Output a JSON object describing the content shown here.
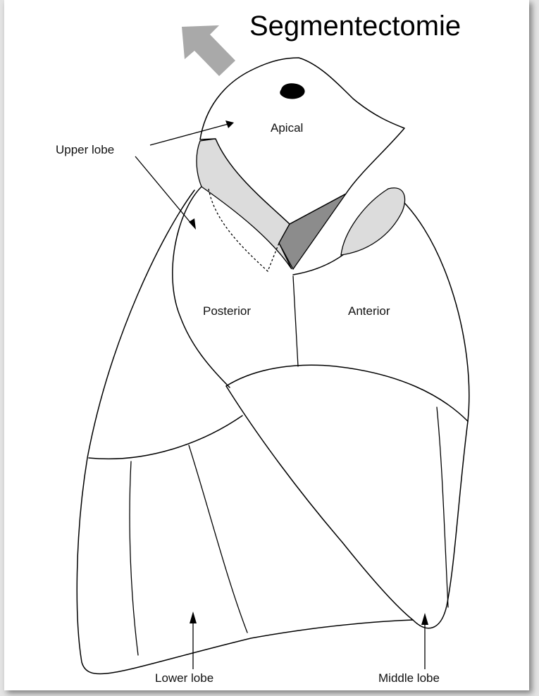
{
  "title": "Segmentectomie",
  "labels": {
    "apical": "Apical",
    "posterior": "Posterior",
    "anterior": "Anterior",
    "upper_lobe": "Upper lobe",
    "lower_lobe": "Lower lobe",
    "middle_lobe": "Middle lobe"
  },
  "colors": {
    "arrow": "#a9a9a9",
    "cut_light": "#dcdcdc",
    "cut_dark": "#8c8c8c",
    "lesion": "#000000"
  }
}
